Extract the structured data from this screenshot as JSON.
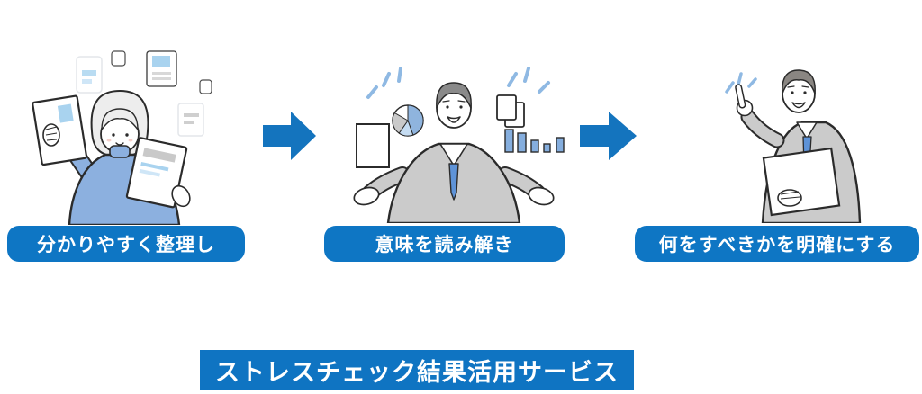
{
  "title": {
    "text": "ストレスチェック結果活用サービス"
  },
  "steps": [
    {
      "label": "分かりやすく整理し",
      "illustration": "woman-organizing-documents"
    },
    {
      "label": "意味を読み解き",
      "illustration": "businessman-presenting-data"
    },
    {
      "label": "何をすべきかを明確にする",
      "illustration": "businessman-pointing-up"
    }
  ],
  "arrows": [
    {
      "name": "arrow-right-icon"
    },
    {
      "name": "arrow-right-icon"
    }
  ],
  "colors": {
    "label_blue": "#0e76c4",
    "title_blue": "#0f74c2",
    "arrow_blue": "#1474be",
    "illustration_light_blue": "#a9d3ef",
    "illustration_accent_blue": "#8fb4de",
    "sparkle_blue": "#8fb9e3",
    "sweater_blue": "#8cb0df",
    "tie_blue": "#5e93d8",
    "suit_gray": "#cbcbcb",
    "hair_gray": "#8a8a8a",
    "outline_dark": "#2b2b2b",
    "text_white": "#ffffff",
    "background": "#ffffff"
  }
}
